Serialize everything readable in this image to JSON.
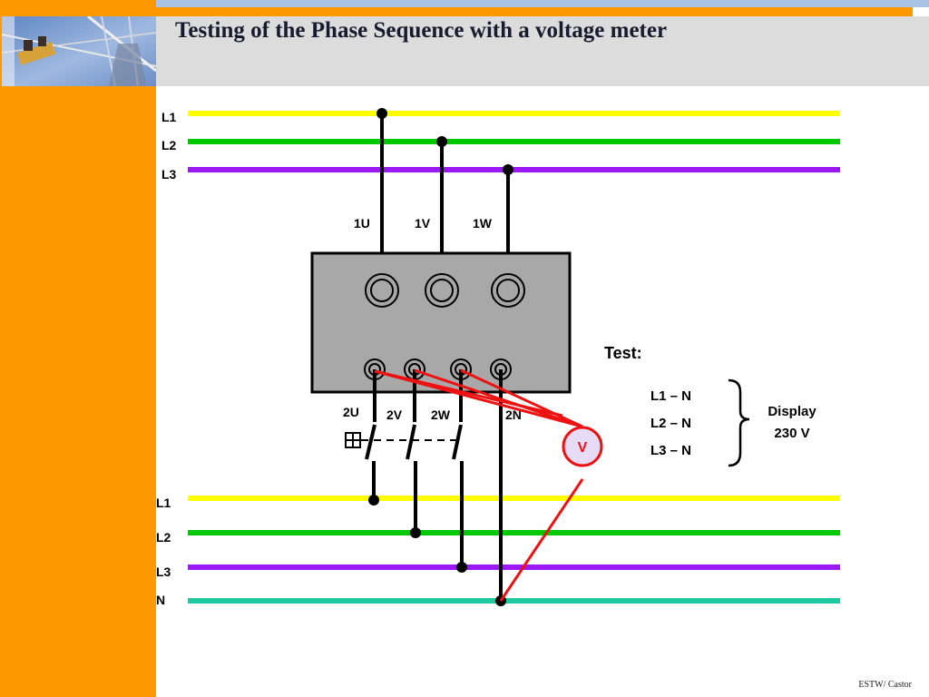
{
  "title": "Testing of the Phase Sequence with a voltage meter",
  "footer": "ESTW/ Castor",
  "colors": {
    "l1": "#ffff00",
    "l2": "#00c800",
    "l3": "#9b19f5",
    "n": "#1ec8a0",
    "accent": "#ff9900",
    "meter_wire": "#ee1111",
    "meter_fill": "#e6dcf8",
    "box_fill": "#a8a8a8",
    "title_band": "#dcdcdc"
  },
  "diagram": {
    "upper_lines": [
      "L1",
      "L2",
      "L3"
    ],
    "lower_lines": [
      "L1",
      "L2",
      "L3",
      "N"
    ],
    "inputs": [
      "1U",
      "1V",
      "1W"
    ],
    "outputs": [
      "2U",
      "2V",
      "2W",
      "2N"
    ],
    "meter": "V",
    "test_label": "Test:",
    "tests": [
      "L1 – N",
      "L2 – N",
      "L3 – N"
    ],
    "result_line1": "Display",
    "result_line2": "230 V"
  }
}
